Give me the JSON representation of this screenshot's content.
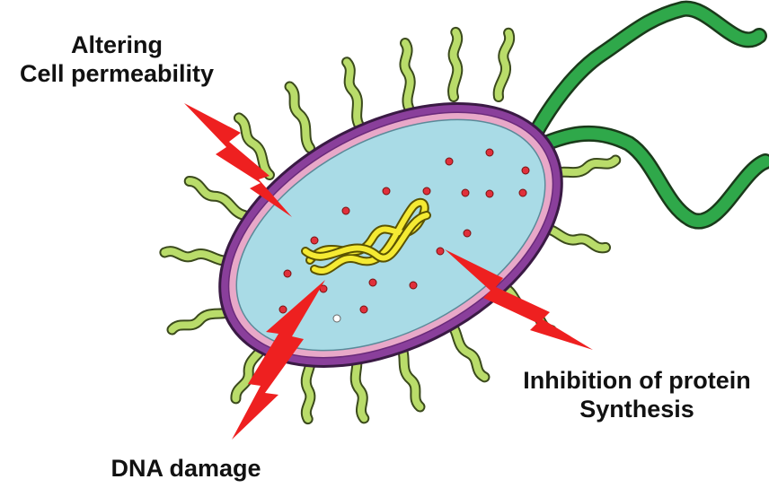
{
  "labels": {
    "permeability_line1": "Altering",
    "permeability_line2": "Cell permeability",
    "protein_line1": "Inhibition of protein",
    "protein_line2": "Synthesis",
    "dna": "DNA damage"
  },
  "colors": {
    "cytoplasm": "#a9dbe6",
    "outer_membrane": "#8a3f9b",
    "inner_membrane": "#e8a8c8",
    "pili": "#b9dc6a",
    "pili_outline": "#3b4a1c",
    "flagellum": "#2fa84a",
    "dna": "#f5ea33",
    "ribosome": "#e0303b",
    "lightning": "#ee2020"
  },
  "icons": [
    "bacterium-icon",
    "lightning-bolt-icon",
    "dna-strand-icon",
    "flagellum-icon"
  ]
}
